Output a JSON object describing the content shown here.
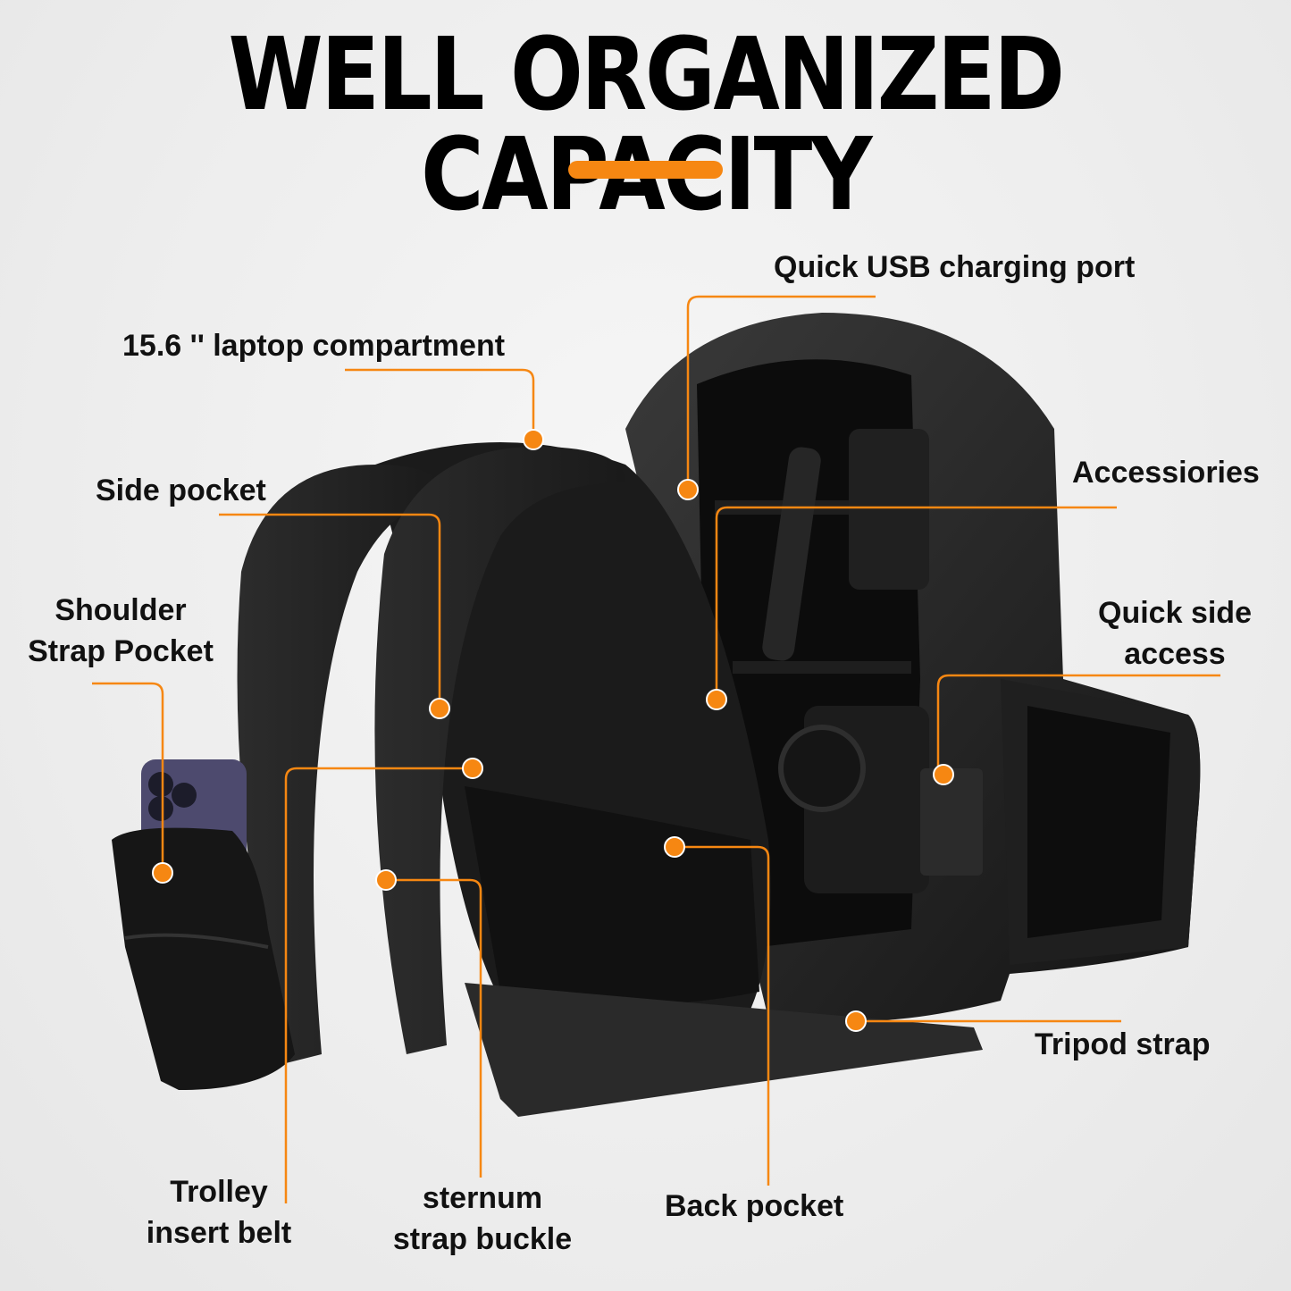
{
  "title": "WELL ORGANIZED CAPACITY",
  "accent_color": "#f68712",
  "labels": {
    "usb_port": "Quick USB charging port",
    "laptop": "15.6 '' laptop compartment",
    "side_pocket": "Side pocket",
    "shoulder_line1": "Shoulder",
    "shoulder_line2": "Strap Pocket",
    "accessories": "Accessiories",
    "quick_side_line1": "Quick side",
    "quick_side_line2": "access",
    "tripod": "Tripod strap",
    "trolley_line1": "Trolley",
    "trolley_line2": "insert belt",
    "sternum_line1": "sternum",
    "sternum_line2": "strap buckle",
    "back_pocket": "Back pocket"
  }
}
